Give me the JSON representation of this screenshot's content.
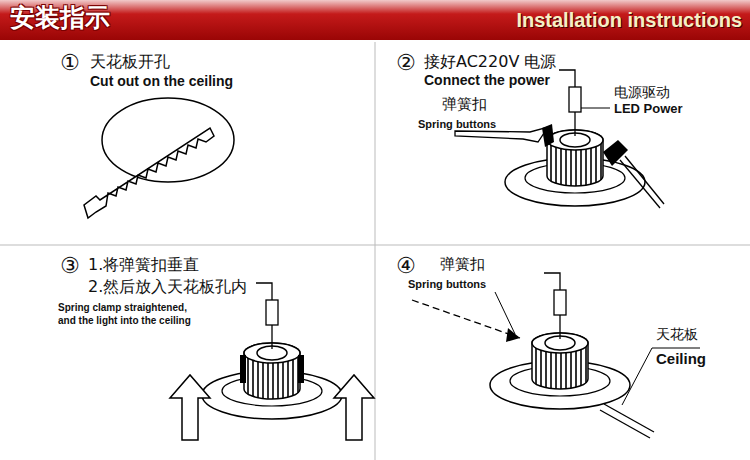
{
  "diagram": {
    "title": "安装指示",
    "labels": [
      "Installation instructions",
      "①",
      "天花板开孔",
      "Cut out on the ceiling",
      "②",
      "接好AC220V 电源",
      "Connect the power",
      "电源驱动",
      "LED Power",
      "弹簧扣",
      "Spring buttons",
      "③",
      "1.将弹簧扣垂直",
      "2.然后放入天花板孔内",
      "Spring clamp straightened,",
      "and the light into the ceiling",
      "④",
      "弹簧扣",
      "Spring buttons",
      "天花板",
      "Ceiling"
    ]
  }
}
